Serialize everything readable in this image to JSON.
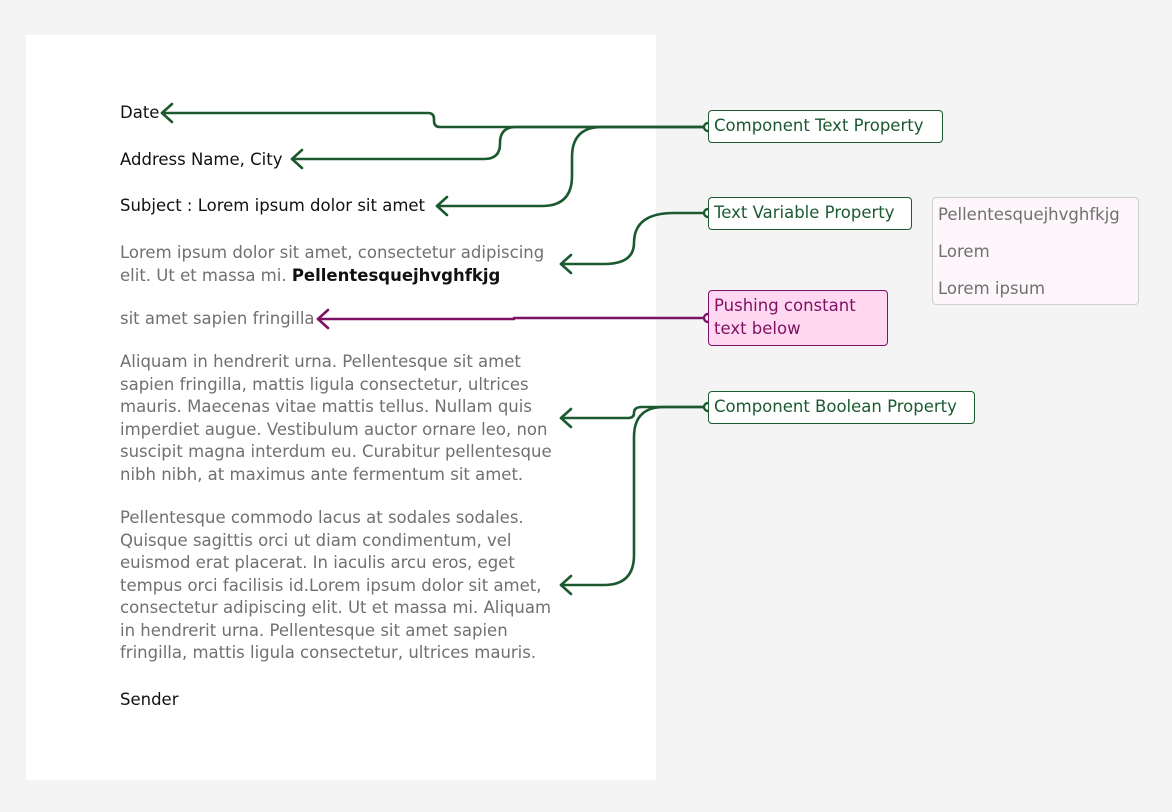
{
  "document": {
    "date": "Date",
    "address": "Address Name, City",
    "subject": "Subject : Lorem ipsum dolor sit amet",
    "intro": [
      "Lorem ipsum dolor sit amet, consectetur adipiscing",
      "elit. Ut et massa mi. "
    ],
    "intro_variable": "Pellentesquejhvghfkjg",
    "pushed_text": "sit amet sapien fringilla",
    "paragraph1": [
      "Aliquam in hendrerit urna. Pellentesque sit amet",
      "sapien fringilla, mattis ligula consectetur, ultrices",
      "mauris. Maecenas vitae mattis tellus. Nullam quis",
      "imperdiet augue. Vestibulum auctor ornare leo, non",
      "suscipit magna interdum eu. Curabitur pellentesque",
      "nibh nibh, at maximus ante fermentum sit amet."
    ],
    "paragraph2": [
      "Pellentesque commodo lacus at sodales sodales.",
      "Quisque sagittis orci ut diam condimentum, vel",
      "euismod erat placerat. In iaculis arcu eros, eget",
      "tempus orci facilisis id.Lorem ipsum dolor sit amet,",
      "consectetur adipiscing elit. Ut et massa mi. Aliquam",
      "in hendrerit urna. Pellentesque sit amet sapien",
      "fringilla, mattis ligula consectetur, ultrices mauris."
    ],
    "sender": "Sender"
  },
  "annotations": {
    "component_text_property": "Component Text Property",
    "text_variable_property": "Text Variable Property",
    "pushing_text": [
      "Pushing constant",
      "text below"
    ],
    "component_boolean_property": "Component Boolean Property"
  },
  "variable_dropdown": {
    "options": [
      "Pellentesquejhvghfkjg",
      "Lorem",
      "Lorem ipsum"
    ]
  },
  "colors": {
    "green": "#1b5a30",
    "purple": "#7d1164",
    "pink_fill": "#ffd7f1"
  }
}
